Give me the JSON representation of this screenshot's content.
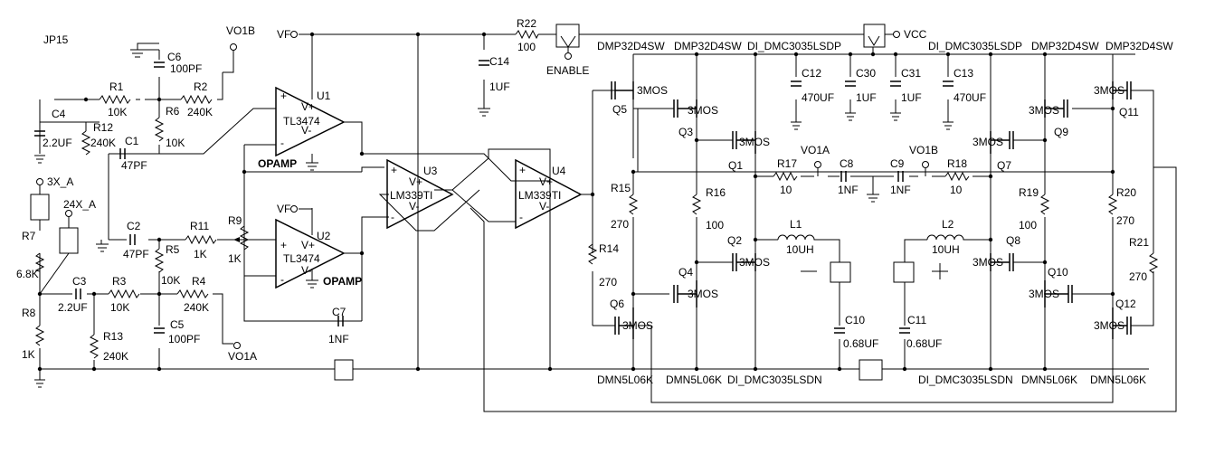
{
  "title": "JP15",
  "nets": {
    "vf": "VF",
    "vcc": "VCC",
    "enable": "ENABLE",
    "vo1a": "VO1A",
    "vo1b": "VO1B",
    "in3x": "3X_A",
    "in24x": "24X_A"
  },
  "opamp_text": "OPAMP",
  "parts": {
    "u1": {
      "ref": "U1",
      "value": "TL3474"
    },
    "u2": {
      "ref": "U2",
      "value": "TL3474"
    },
    "u3": {
      "ref": "U3",
      "value": "LM339TI"
    },
    "u4": {
      "ref": "U4",
      "value": "LM339TI"
    },
    "pins": {
      "plus": "+",
      "minus": "-",
      "vp": "V+",
      "vm": "V-"
    },
    "r1": {
      "ref": "R1",
      "value": "10K"
    },
    "r2": {
      "ref": "R2",
      "value": "240K"
    },
    "r3": {
      "ref": "R3",
      "value": "10K"
    },
    "r4": {
      "ref": "R4",
      "value": "240K"
    },
    "r5": {
      "ref": "R5",
      "value": "10K"
    },
    "r6": {
      "ref": "R6",
      "value": "10K"
    },
    "r7": {
      "ref": "R7",
      "value": "6.8K"
    },
    "r8": {
      "ref": "R8",
      "value": "1K"
    },
    "r9": {
      "ref": "R9",
      "value": "1K"
    },
    "r11": {
      "ref": "R11",
      "value": "1K"
    },
    "r12": {
      "ref": "R12",
      "value": "240K"
    },
    "r13": {
      "ref": "R13",
      "value": "240K"
    },
    "r14": {
      "ref": "R14",
      "value": "270"
    },
    "r15": {
      "ref": "R15",
      "value": "270"
    },
    "r16": {
      "ref": "R16",
      "value": "100"
    },
    "r17": {
      "ref": "R17",
      "value": "10"
    },
    "r18": {
      "ref": "R18",
      "value": "10"
    },
    "r19": {
      "ref": "R19",
      "value": "100"
    },
    "r20": {
      "ref": "R20",
      "value": "270"
    },
    "r21": {
      "ref": "R21",
      "value": "270"
    },
    "r22": {
      "ref": "R22",
      "value": "100"
    },
    "c1": {
      "ref": "C1",
      "value": "47PF"
    },
    "c2": {
      "ref": "C2",
      "value": "47PF"
    },
    "c3": {
      "ref": "C3",
      "value": "2.2UF"
    },
    "c4": {
      "ref": "C4",
      "value": "2.2UF"
    },
    "c5": {
      "ref": "C5",
      "value": "100PF"
    },
    "c6": {
      "ref": "C6",
      "value": "100PF"
    },
    "c7": {
      "ref": "C7",
      "value": "1NF"
    },
    "c8": {
      "ref": "C8",
      "value": "1NF"
    },
    "c9": {
      "ref": "C9",
      "value": "1NF"
    },
    "c10": {
      "ref": "C10",
      "value": "0.68UF"
    },
    "c11": {
      "ref": "C11",
      "value": "0.68UF"
    },
    "c12": {
      "ref": "C12",
      "value": "470UF"
    },
    "c13": {
      "ref": "C13",
      "value": "470UF"
    },
    "c14": {
      "ref": "C14",
      "value": "1UF"
    },
    "c30": {
      "ref": "C30",
      "value": "1UF"
    },
    "c31": {
      "ref": "C31",
      "value": "1UF"
    },
    "l1": {
      "ref": "L1",
      "value": "10UH"
    },
    "l2": {
      "ref": "L2",
      "value": "10UH"
    }
  },
  "transistors": {
    "q1": "Q1",
    "q2": "Q2",
    "q3": "Q3",
    "q4": "Q4",
    "q5": "Q5",
    "q6": "Q6",
    "q7": "Q7",
    "q8": "Q8",
    "q9": "Q9",
    "q10": "Q10",
    "q11": "Q11",
    "q12": "Q12",
    "mos": "3MOS"
  },
  "part_numbers": {
    "dmp": "DMP32D4SW",
    "dmcp": "DI_DMC3035LSDP",
    "dmn": "DMN5L06K",
    "dmcn": "DI_DMC3035LSDN"
  }
}
